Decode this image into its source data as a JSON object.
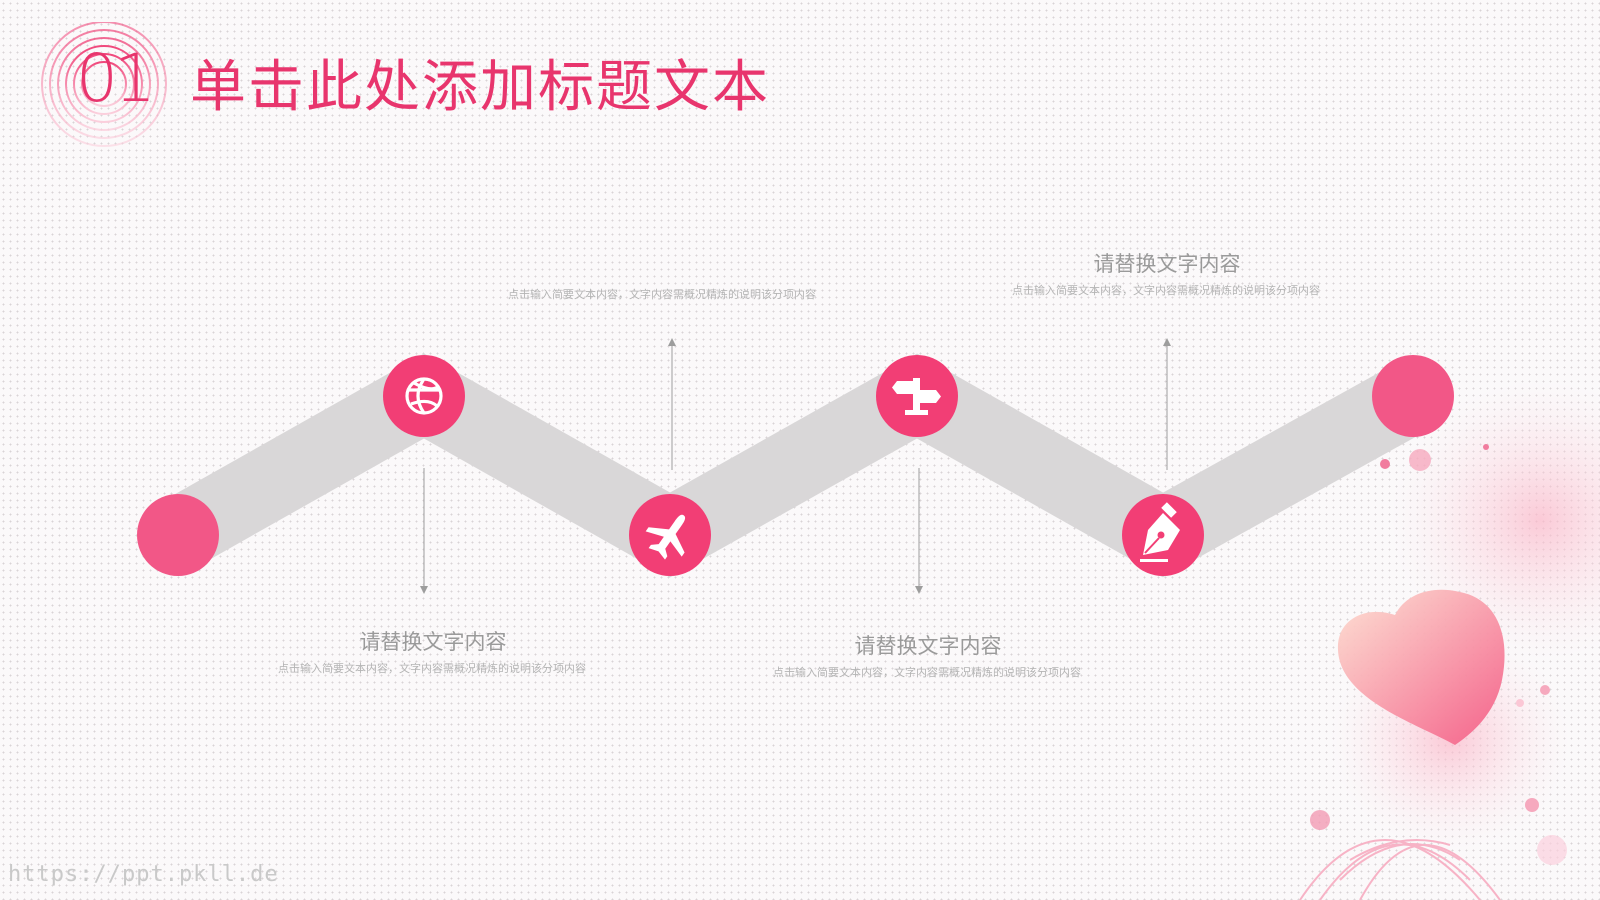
{
  "slide": {
    "number": "01",
    "title": "单击此处添加标题文本"
  },
  "steps": [
    {
      "heading": "请替换文字内容",
      "body": "点击输入简要文本内容，文字内容需概况精炼的说明该分项内容",
      "icon": "basketball-icon"
    },
    {
      "heading": "",
      "body": "点击输入简要文本内容，文字内容需概况精炼的说明该分项内容",
      "icon": "airplane-icon"
    },
    {
      "heading": "请替换文字内容",
      "body": "点击输入简要文本内容，文字内容需概况精炼的说明该分项内容",
      "icon": "signpost-icon"
    },
    {
      "heading": "请替换文字内容",
      "body": "点击输入简要文本内容，文字内容需概况精炼的说明该分项内容",
      "icon": "fountain-pen-icon"
    }
  ],
  "colors": {
    "accent": "#e8356d",
    "node": "#f23e75",
    "endpoint": "#f25787",
    "path": "#d9d7d8"
  },
  "watermark": "https://ppt.pkll.de"
}
